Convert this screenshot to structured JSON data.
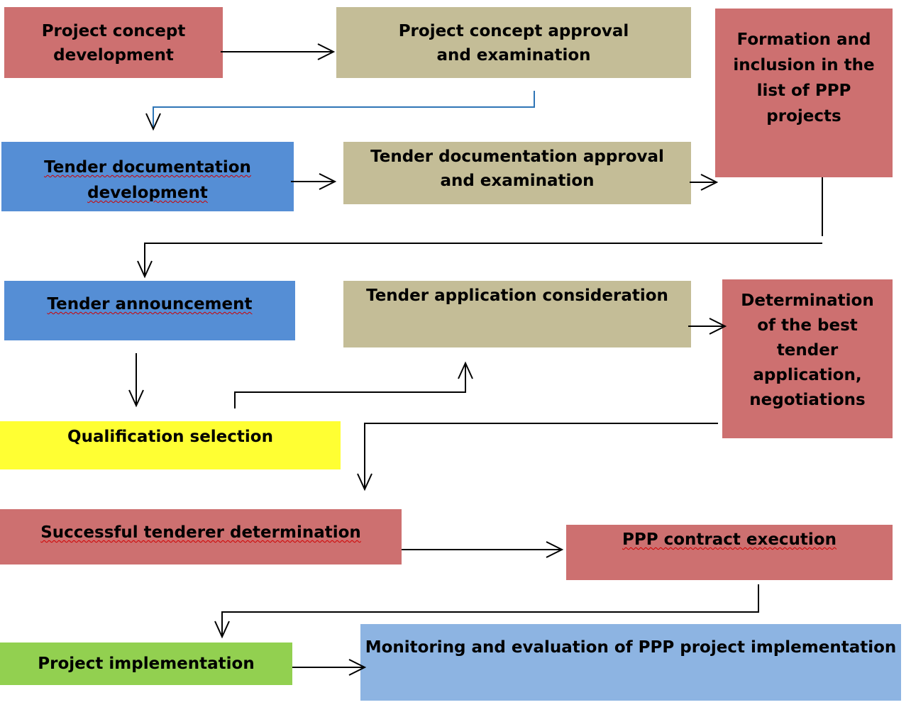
{
  "boxes": {
    "concept_dev": "Project concept development",
    "concept_approval": "Project concept approval and examination",
    "formation": "Formation and inclusion in the list of PPP projects",
    "tender_doc_dev": "Tender documentation development",
    "tender_doc_approval": "Tender documentation approval and examination",
    "tender_announcement": "Tender announcement",
    "tender_consideration": "Tender application consideration",
    "best_application": "Determination of the best tender application, negotiations",
    "qualification": "Qualification selection",
    "successful_tenderer": "Successful tenderer determination",
    "contract_execution": "PPP contract execution",
    "implementation": "Project implementation",
    "monitoring": "Monitoring and evaluation of PPP project implementation"
  },
  "colors": {
    "red": "#CD7070",
    "tan": "#C4BD97",
    "blue": "#558ED5",
    "light_blue": "#8DB4E2",
    "yellow": "#FFFF33",
    "green": "#92D050"
  }
}
